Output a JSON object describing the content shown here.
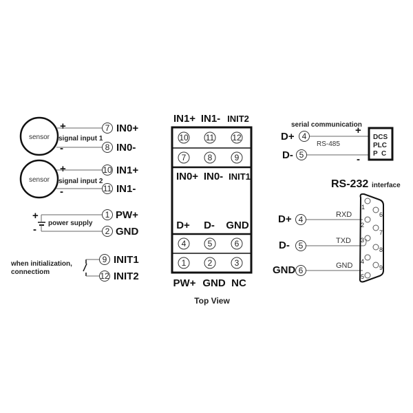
{
  "left_section": {
    "sensor1": {
      "label": "sensor",
      "signal": "signal input 1",
      "plus": "+",
      "minus": "-",
      "pins": [
        {
          "num": "7",
          "name": "IN0+"
        },
        {
          "num": "8",
          "name": "IN0-"
        }
      ]
    },
    "sensor2": {
      "label": "sensor",
      "signal": "signal input 2",
      "plus": "+",
      "minus": "-",
      "pins": [
        {
          "num": "10",
          "name": "IN1+"
        },
        {
          "num": "11",
          "name": "IN1-"
        }
      ]
    },
    "power": {
      "label": "power supply",
      "plus": "+",
      "minus": "-",
      "pins": [
        {
          "num": "1",
          "name": "PW+"
        },
        {
          "num": "2",
          "name": "GND"
        }
      ]
    },
    "init": {
      "line1": "when initialization,",
      "line2": "connectiom",
      "pins": [
        {
          "num": "9",
          "name": "INIT1"
        },
        {
          "num": "12",
          "name": "INIT2"
        }
      ]
    }
  },
  "module": {
    "top_labels": [
      "IN1+",
      "IN1-",
      "INIT2"
    ],
    "row1": [
      "10",
      "11",
      "12"
    ],
    "row2": [
      "7",
      "8",
      "9"
    ],
    "mid_labels": [
      "IN0+",
      "IN0-",
      "INIT1"
    ],
    "lower_labels": [
      "D+",
      "D-",
      "GND"
    ],
    "row3": [
      "4",
      "5",
      "6"
    ],
    "row4": [
      "1",
      "2",
      "3"
    ],
    "bottom_labels": [
      "PW+",
      "GND",
      "NC"
    ],
    "caption": "Top View"
  },
  "rs485": {
    "title": "serial communication",
    "bus": "RS-485",
    "pins": [
      {
        "name": "D+",
        "num": "4",
        "pol": "+"
      },
      {
        "name": "D-",
        "num": "5",
        "pol": "-"
      }
    ],
    "device": [
      "DCS",
      "PLC",
      "P  C"
    ]
  },
  "rs232": {
    "title": "RS-232",
    "subtitle": "interface",
    "pins": [
      {
        "name": "D+",
        "num": "4",
        "signal": "RXD"
      },
      {
        "name": "D-",
        "num": "5",
        "signal": "TXD"
      },
      {
        "name": "GND",
        "num": "6",
        "signal": "GND"
      }
    ],
    "db9_pins": [
      "1",
      "2",
      "3",
      "4",
      "5",
      "6",
      "7",
      "8",
      "9"
    ]
  }
}
